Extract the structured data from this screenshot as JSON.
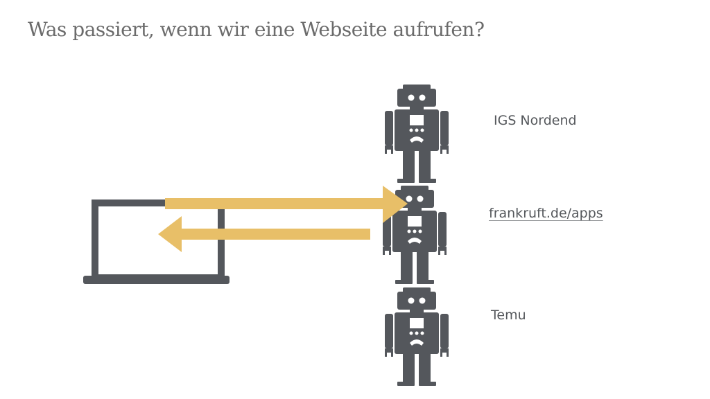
{
  "title": "Was passiert, wenn wir eine Webseite aufrufen?",
  "colors": {
    "icon_gray": "#54575c",
    "arrow_yellow": "#e8bf68",
    "title_gray": "#6b6b6b",
    "text_gray": "#55585c"
  },
  "client": {
    "icon": "laptop-icon"
  },
  "servers": [
    {
      "icon": "robot-icon",
      "label": "IGS Nordend",
      "is_link": false
    },
    {
      "icon": "robot-icon",
      "label": "frankruft.de/apps",
      "is_link": true
    },
    {
      "icon": "robot-icon",
      "label": "Temu",
      "is_link": false
    }
  ],
  "arrows": [
    {
      "name": "request-arrow",
      "direction": "right",
      "from": "laptop",
      "to": "frankruft.de/apps"
    },
    {
      "name": "response-arrow",
      "direction": "left",
      "from": "frankruft.de/apps",
      "to": "laptop"
    }
  ]
}
